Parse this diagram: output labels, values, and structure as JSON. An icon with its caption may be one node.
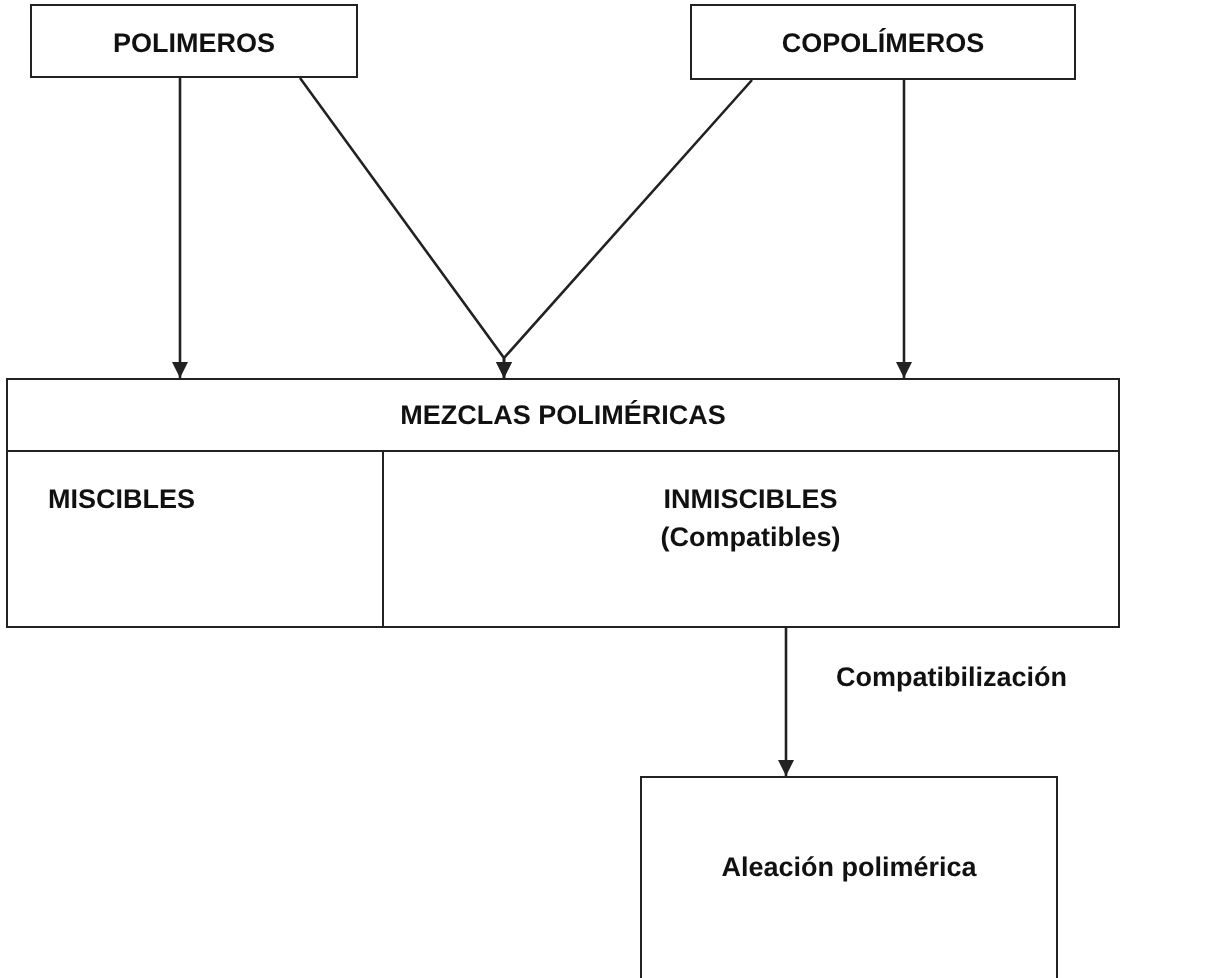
{
  "diagram": {
    "nodes": [
      {
        "text": [
          "POLIMEROS"
        ]
      },
      {
        "text": [
          "COPOLÍMEROS"
        ]
      },
      {
        "text": [
          "MEZCLAS POLIMÉRICAS"
        ]
      },
      {
        "text": [
          "MISCIBLES"
        ]
      },
      {
        "text": [
          "INMISCIBLES",
          "(Compatibles)"
        ]
      },
      {
        "text": [
          "Aleación polimérica"
        ]
      }
    ],
    "edges": [
      {
        "from": 0,
        "to": 2,
        "arrow": "to"
      },
      {
        "from": 0,
        "to": 2,
        "arrow": "to"
      },
      {
        "from": 1,
        "to": 2,
        "arrow": "to"
      },
      {
        "from": 1,
        "to": 2,
        "arrow": "to"
      },
      {
        "from": 4,
        "to": 5,
        "arrow": "to",
        "label": "Compatibilización"
      }
    ]
  }
}
